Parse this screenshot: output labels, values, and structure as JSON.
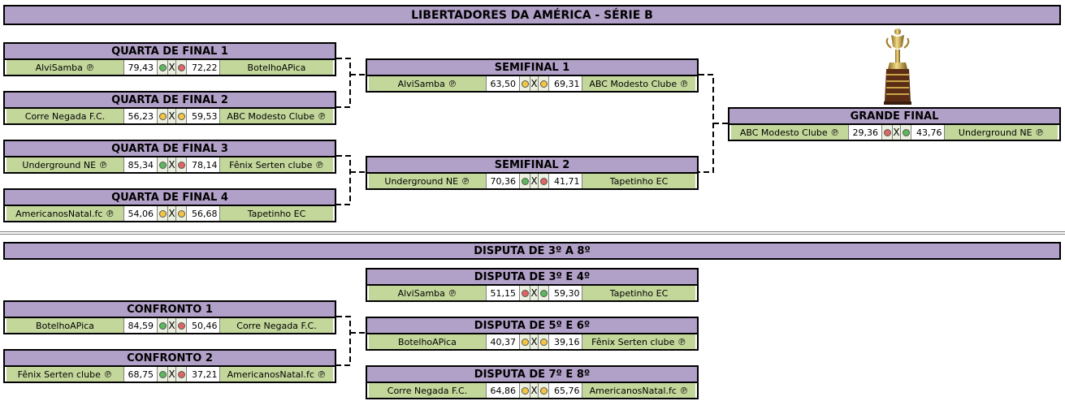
{
  "title": "LIBERTADORES DA AMÉRICA - SÉRIE B",
  "colors": {
    "win": "#5cb85c",
    "lose": "#e06666",
    "draw": "#f4c542"
  },
  "quartas": [
    {
      "title": "QUARTA DE FINAL 1",
      "home": "AlviSamba ℗",
      "home_score": "79,43",
      "x": "X",
      "away_score": "72,22",
      "away": "BotelhoAPica",
      "home_status": "win",
      "away_status": "lose"
    },
    {
      "title": "QUARTA DE FINAL 2",
      "home": "Corre Negada F.C.",
      "home_score": "56,23",
      "x": "X",
      "away_score": "59,53",
      "away": "ABC Modesto Clube ℗",
      "home_status": "draw",
      "away_status": "draw"
    },
    {
      "title": "QUARTA DE FINAL 3",
      "home": "Underground NE ℗",
      "home_score": "85,34",
      "x": "X",
      "away_score": "78,14",
      "away": "Fênix Serten clube ℗",
      "home_status": "win",
      "away_status": "lose"
    },
    {
      "title": "QUARTA DE FINAL 4",
      "home": "AmericanosNatal.fc ℗",
      "home_score": "54,06",
      "x": "X",
      "away_score": "56,68",
      "away": "Tapetinho EC",
      "home_status": "draw",
      "away_status": "draw"
    }
  ],
  "semis": [
    {
      "title": "SEMIFINAL 1",
      "home": "AlviSamba ℗",
      "home_score": "63,50",
      "x": "X",
      "away_score": "69,31",
      "away": "ABC Modesto Clube ℗",
      "home_status": "draw",
      "away_status": "draw"
    },
    {
      "title": "SEMIFINAL 2",
      "home": "Underground NE ℗",
      "home_score": "70,36",
      "x": "X",
      "away_score": "41,71",
      "away": "Tapetinho EC",
      "home_status": "win",
      "away_status": "lose"
    }
  ],
  "final": {
    "title": "GRANDE FINAL",
    "home": "ABC Modesto Clube ℗",
    "home_score": "29,36",
    "x": "X",
    "away_score": "43,76",
    "away": "Underground NE ℗",
    "home_status": "lose",
    "away_status": "win"
  },
  "section2_title": "DISPUTA DE 3º A 8º",
  "disputas": [
    {
      "title": "DISPUTA DE 3º E 4º",
      "home": "AlviSamba ℗",
      "home_score": "51,15",
      "x": "X",
      "away_score": "59,30",
      "away": "Tapetinho EC",
      "home_status": "lose",
      "away_status": "win"
    },
    {
      "title": "DISPUTA DE 5º E 6º",
      "home": "BotelhoAPica",
      "home_score": "40,37",
      "x": "X",
      "away_score": "39,16",
      "away": "Fênix Serten clube ℗",
      "home_status": "draw",
      "away_status": "draw"
    },
    {
      "title": "DISPUTA DE 7º E 8º",
      "home": "Corre Negada F.C.",
      "home_score": "64,86",
      "x": "X",
      "away_score": "65,76",
      "away": "AmericanosNatal.fc ℗",
      "home_status": "draw",
      "away_status": "draw"
    }
  ],
  "confrontos": [
    {
      "title": "CONFRONTO 1",
      "home": "BotelhoAPica",
      "home_score": "84,59",
      "x": "X",
      "away_score": "50,46",
      "away": "Corre Negada F.C.",
      "home_status": "win",
      "away_status": "lose"
    },
    {
      "title": "CONFRONTO 2",
      "home": "Fênix Serten clube ℗",
      "home_score": "68,75",
      "x": "X",
      "away_score": "37,21",
      "away": "AmericanosNatal.fc ℗",
      "home_status": "win",
      "away_status": "lose"
    }
  ]
}
